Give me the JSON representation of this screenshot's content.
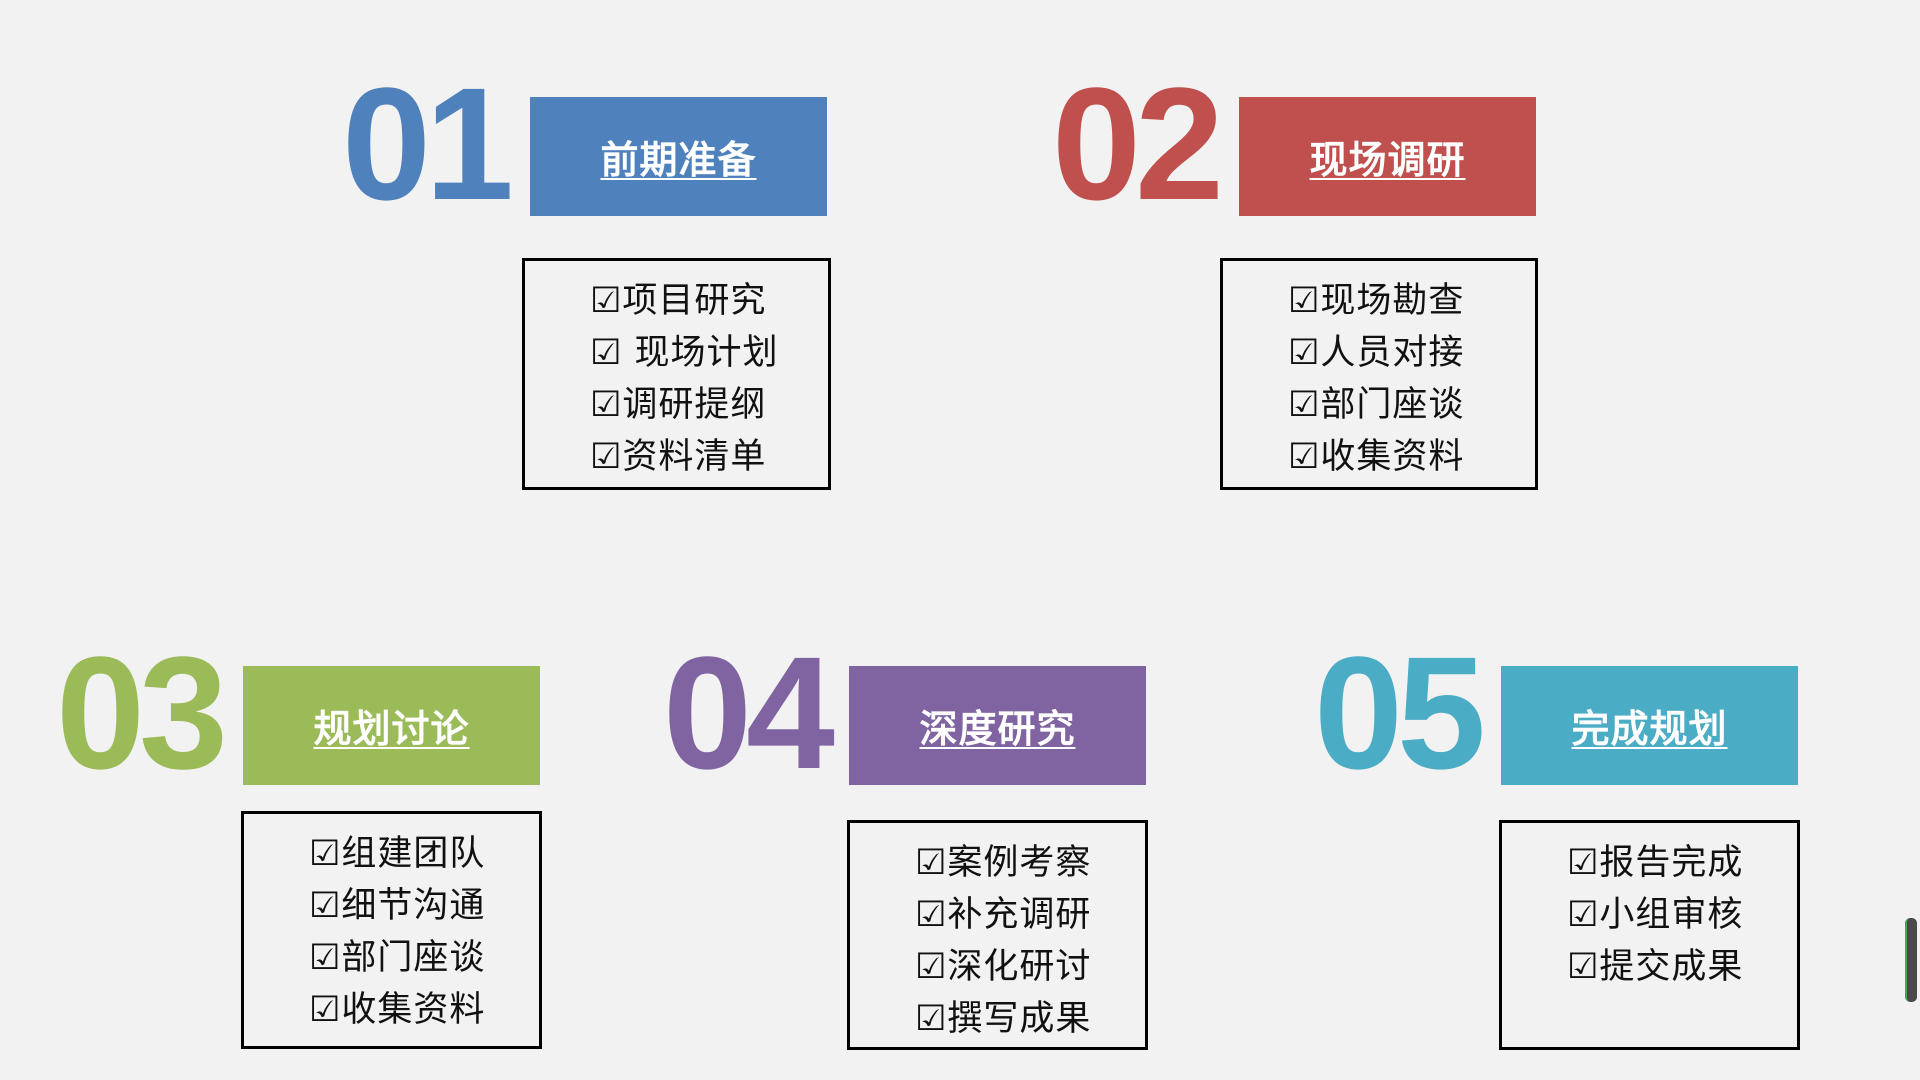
{
  "steps": [
    {
      "number": "01",
      "title": "前期准备",
      "color": "#4f81bd",
      "items": [
        "☑项目研究",
        "☑ 现场计划",
        "☑调研提纲",
        "☑资料清单"
      ]
    },
    {
      "number": "02",
      "title": "现场调研",
      "color": "#c0504d",
      "items": [
        "☑现场勘查",
        "☑人员对接",
        "☑部门座谈",
        "☑收集资料"
      ]
    },
    {
      "number": "03",
      "title": "规划讨论",
      "color": "#9bbb59",
      "items": [
        "☑组建团队",
        "☑细节沟通",
        "☑部门座谈",
        "☑收集资料"
      ]
    },
    {
      "number": "04",
      "title": "深度研究",
      "color": "#8064a2",
      "items": [
        "☑案例考察",
        "☑补充调研",
        "☑深化研讨",
        "☑撰写成果"
      ]
    },
    {
      "number": "05",
      "title": "完成规划",
      "color": "#4bacc6",
      "items": [
        "☑报告完成",
        "☑小组审核",
        "☑提交成果"
      ]
    }
  ]
}
